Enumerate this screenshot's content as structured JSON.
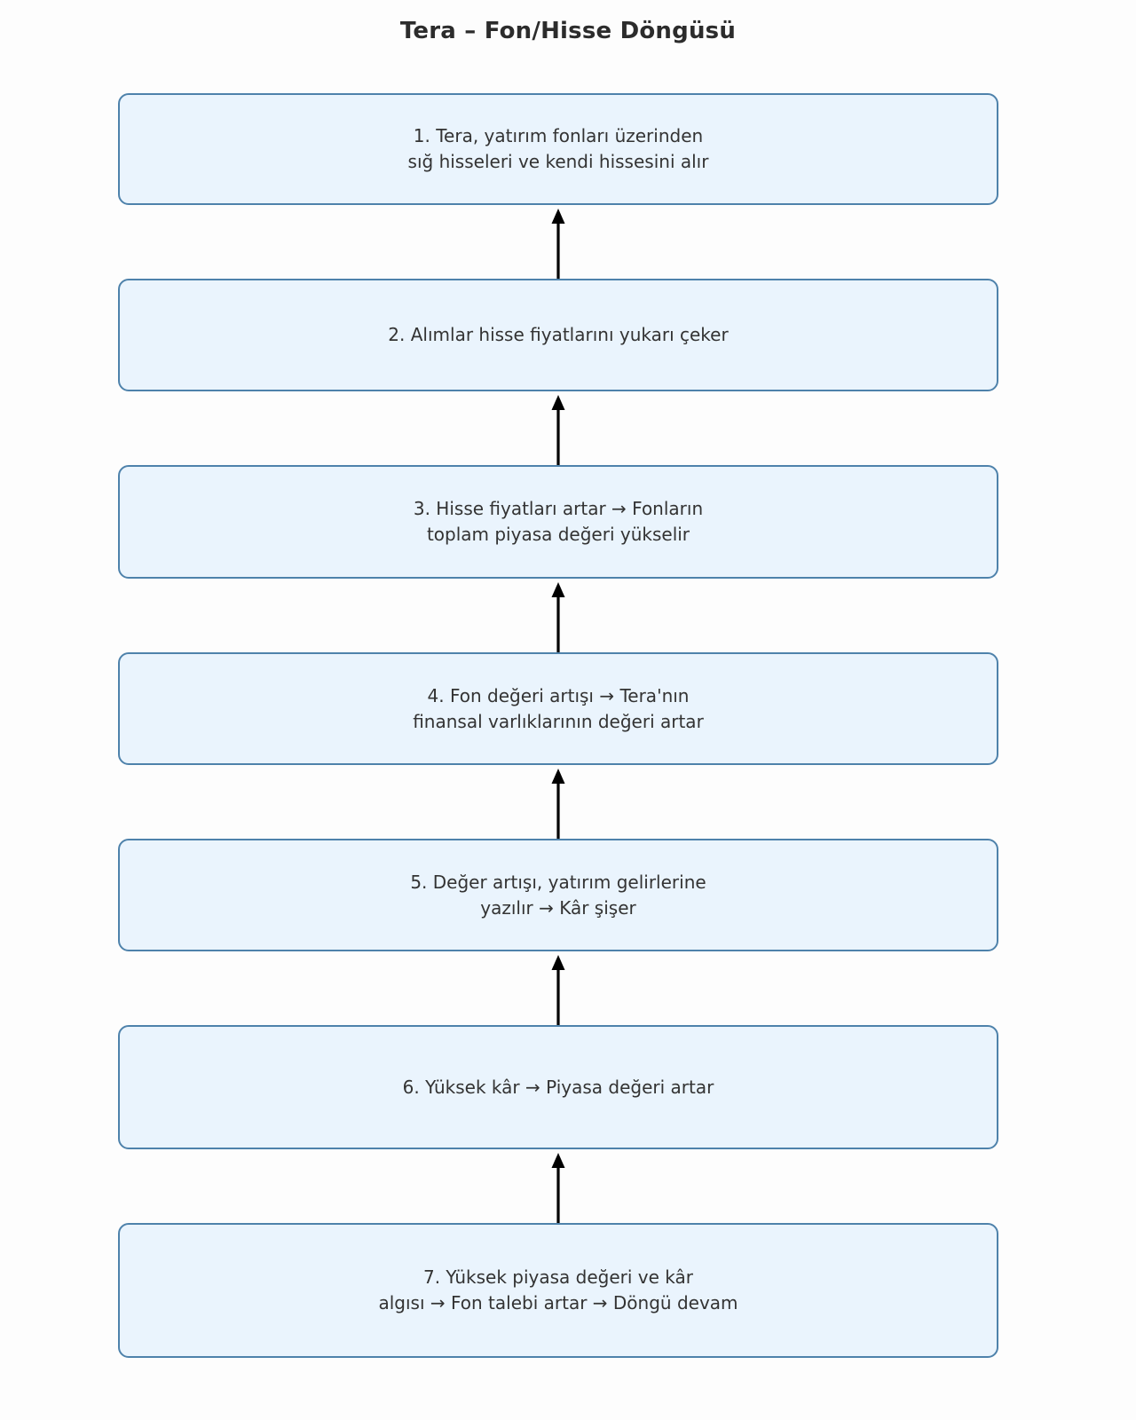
{
  "title": "Tera – Fon/Hisse Döngüsü",
  "colors": {
    "page_background": "#fdfdfd",
    "box_fill": "#eaf4fd",
    "box_border": "#4e82ab",
    "box_text": "#333333",
    "title_text": "#2c2c2c",
    "arrow": "#000000"
  },
  "flow": {
    "direction": "bottom-to-top",
    "arrow_icon": "arrow-up-icon",
    "nodes": [
      {
        "id": 1,
        "label": "1. Tera, yatırım fonları üzerinden\nsığ hisseleri ve kendi hissesini alır",
        "lines": [
          "1. Tera, yatırım fonları üzerinden",
          "sığ hisseleri ve kendi hissesini alır"
        ]
      },
      {
        "id": 2,
        "label": "2. Alımlar hisse fiyatlarını yukarı çeker",
        "lines": [
          "2. Alımlar hisse fiyatlarını yukarı çeker"
        ]
      },
      {
        "id": 3,
        "label": "3. Hisse fiyatları artar → Fonların\ntoplam piyasa değeri yükselir",
        "lines": [
          "3. Hisse fiyatları artar → Fonların",
          "toplam piyasa değeri yükselir"
        ]
      },
      {
        "id": 4,
        "label": "4. Fon değeri artışı → Tera'nın\nfinansal varlıklarının değeri artar",
        "lines": [
          "4. Fon değeri artışı → Tera'nın",
          "finansal varlıklarının değeri artar"
        ]
      },
      {
        "id": 5,
        "label": "5. Değer artışı, yatırım gelirlerine\nyazılır → Kâr şişer",
        "lines": [
          "5. Değer artışı, yatırım gelirlerine",
          "yazılır → Kâr şişer"
        ]
      },
      {
        "id": 6,
        "label": "6. Yüksek kâr → Piyasa değeri artar",
        "lines": [
          "6. Yüksek kâr → Piyasa değeri artar"
        ]
      },
      {
        "id": 7,
        "label": "7. Yüksek piyasa değeri ve kâr\nalgısı → Fon talebi artar → Döngü devam",
        "lines": [
          "7. Yüksek piyasa değeri ve kâr",
          "algısı → Fon talebi artar → Döngü devam"
        ]
      }
    ],
    "connectors": [
      {
        "from": 2,
        "to": 1
      },
      {
        "from": 3,
        "to": 2
      },
      {
        "from": 4,
        "to": 3
      },
      {
        "from": 5,
        "to": 4
      },
      {
        "from": 6,
        "to": 5
      },
      {
        "from": 7,
        "to": 6
      }
    ]
  }
}
